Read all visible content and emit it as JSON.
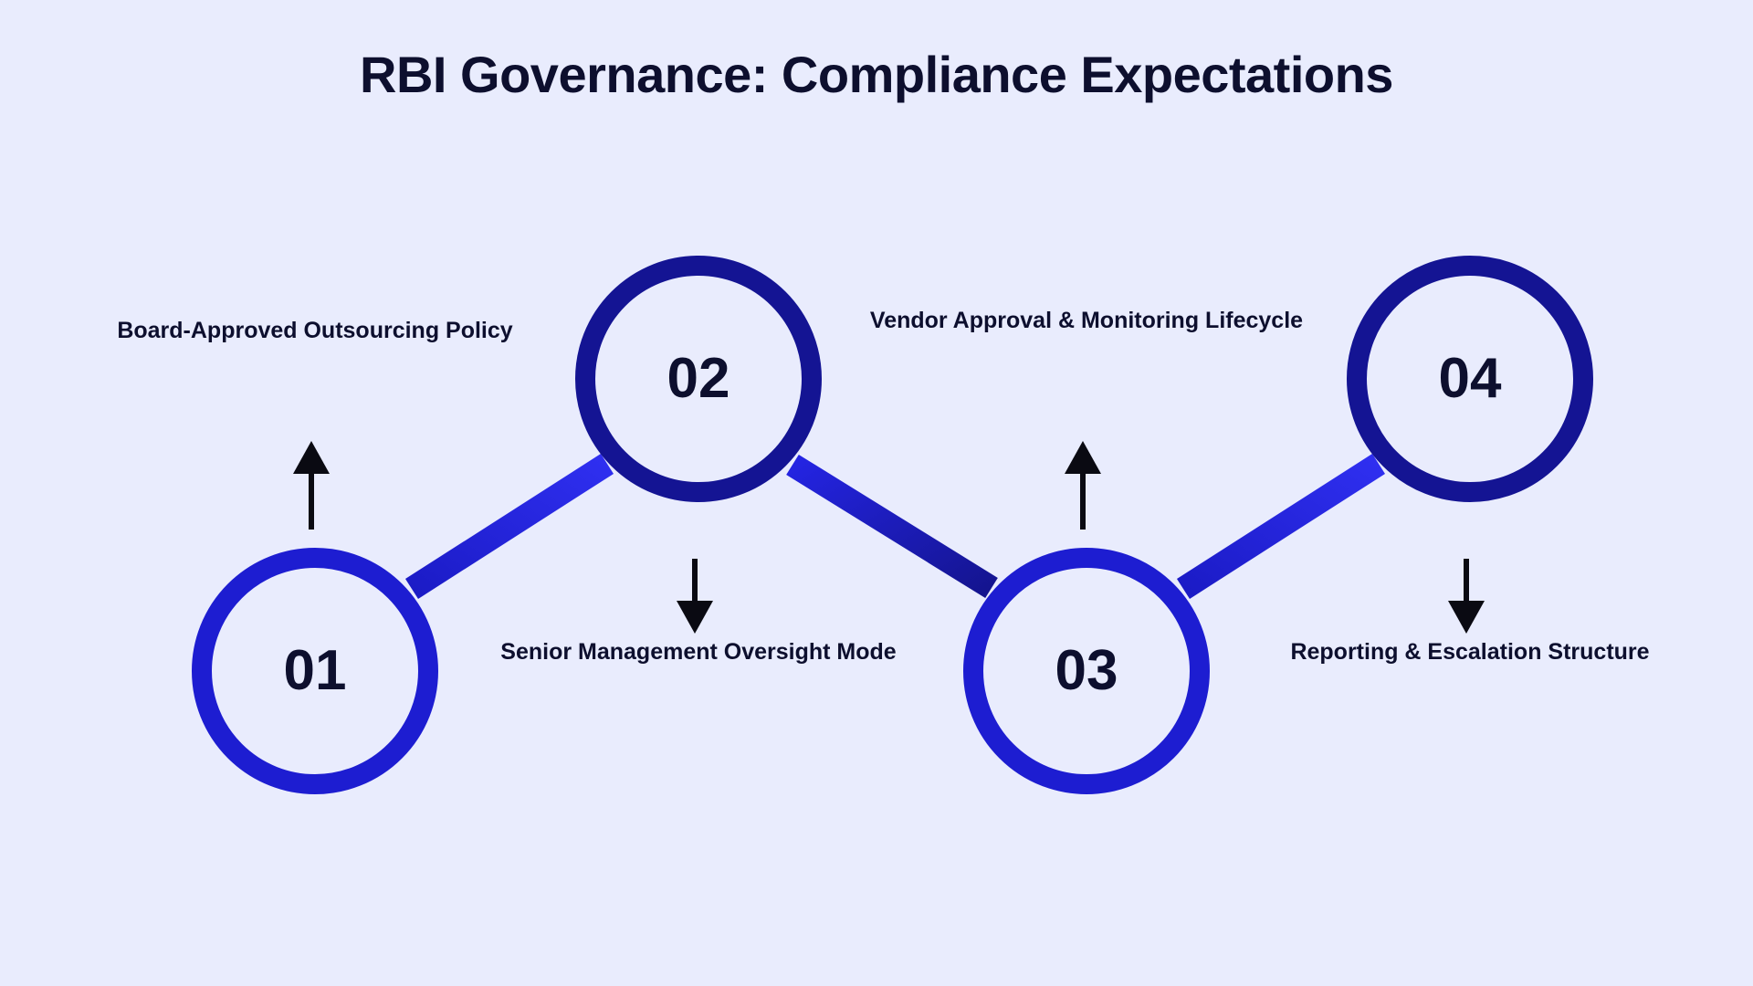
{
  "title": "RBI Governance: Compliance Expectations",
  "colors": {
    "background": "#e9ecfd",
    "text_dark": "#0d0f2e",
    "circle_bright_blue": "#1d1dd1",
    "circle_deep_navy": "#141493",
    "connector_blue": "#2222dd",
    "arrow_black": "#0a0a12"
  },
  "steps": [
    {
      "number": "01",
      "caption": "Board-Approved Outsourcing Policy",
      "caption_position": "above",
      "circle_color": "#1d1dd1",
      "arrow": "up-arrow"
    },
    {
      "number": "02",
      "caption": "Senior Management Oversight Mode",
      "caption_position": "below",
      "circle_color": "#141493",
      "arrow": "down-arrow"
    },
    {
      "number": "03",
      "caption": "Vendor Approval & Monitoring Lifecycle",
      "caption_position": "above",
      "circle_color": "#1d1dd1",
      "arrow": "up-arrow"
    },
    {
      "number": "04",
      "caption": "Reporting & Escalation Structure",
      "caption_position": "below",
      "circle_color": "#141493",
      "arrow": "down-arrow"
    }
  ]
}
